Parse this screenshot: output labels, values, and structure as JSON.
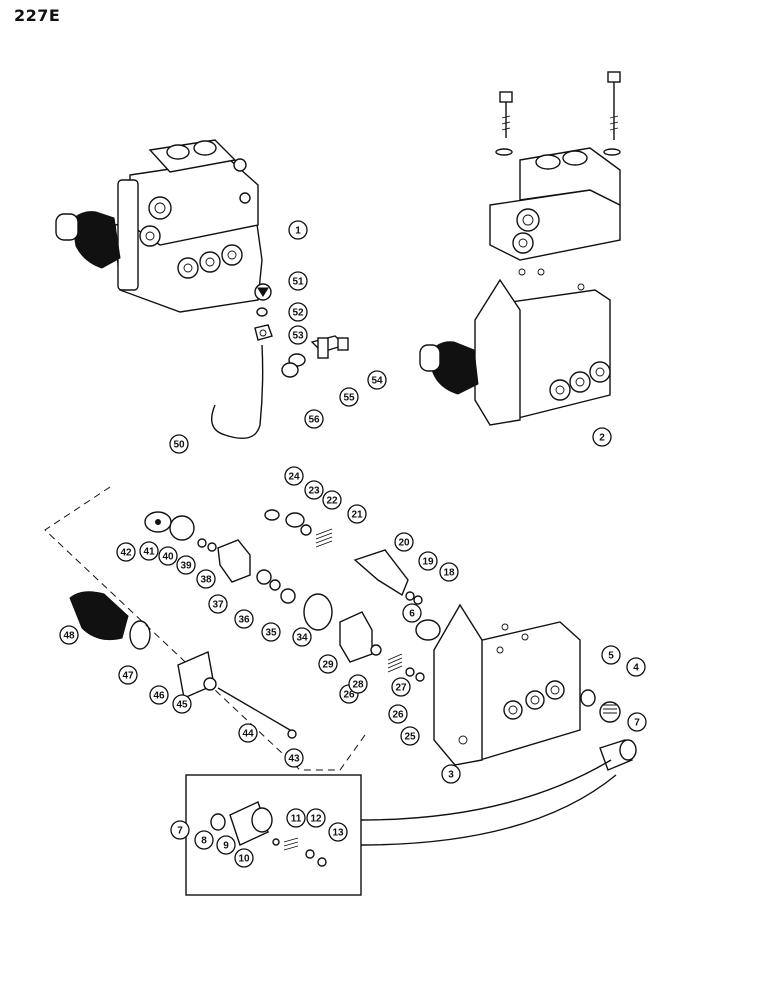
{
  "page_number": "227E",
  "callouts": [
    "1",
    "2",
    "3",
    "4",
    "5",
    "6",
    "7",
    "7",
    "8",
    "9",
    "10",
    "11",
    "12",
    "13",
    "18",
    "19",
    "20",
    "21",
    "22",
    "23",
    "24",
    "25",
    "26",
    "26",
    "27",
    "28",
    "29",
    "34",
    "35",
    "36",
    "37",
    "38",
    "39",
    "40",
    "41",
    "42",
    "43",
    "44",
    "45",
    "46",
    "47",
    "48",
    "50",
    "51",
    "52",
    "53",
    "54",
    "55",
    "56"
  ]
}
